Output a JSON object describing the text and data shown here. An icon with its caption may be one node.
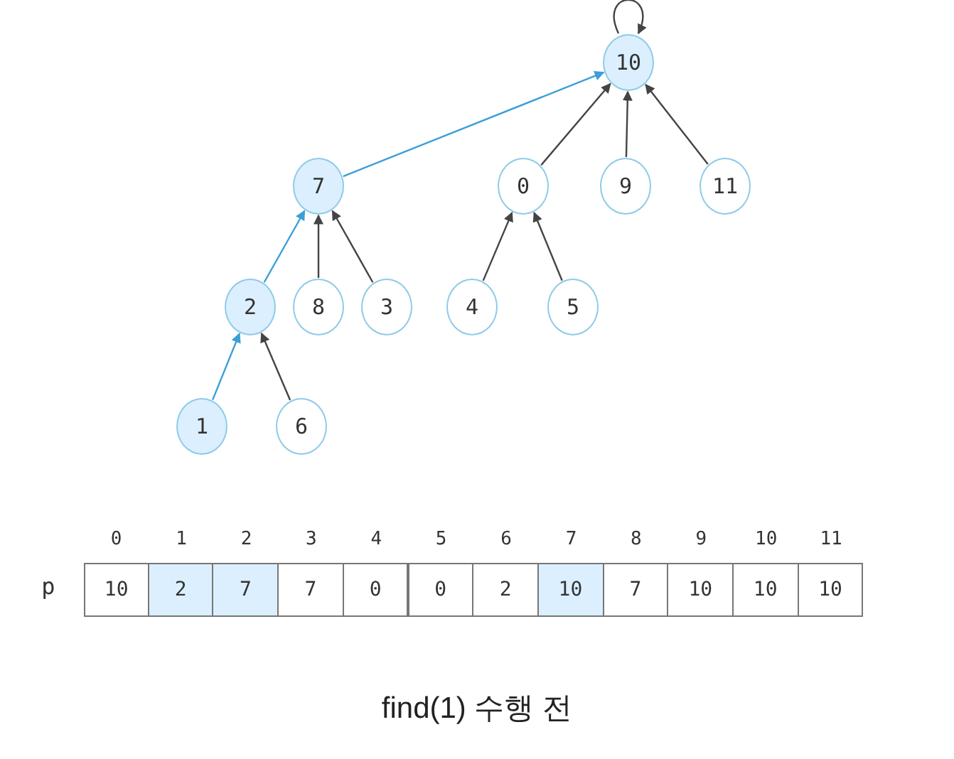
{
  "diagram": {
    "caption": "find(1) 수행 전",
    "nodes": [
      {
        "text": [
          "10"
        ]
      },
      {
        "text": [
          "7"
        ]
      },
      {
        "text": [
          "0"
        ]
      },
      {
        "text": [
          "9"
        ]
      },
      {
        "text": [
          "11"
        ]
      },
      {
        "text": [
          "2"
        ]
      },
      {
        "text": [
          "8"
        ]
      },
      {
        "text": [
          "3"
        ]
      },
      {
        "text": [
          "4"
        ]
      },
      {
        "text": [
          "5"
        ]
      },
      {
        "text": [
          "1"
        ]
      },
      {
        "text": [
          "6"
        ]
      }
    ],
    "edges": [
      {
        "from": 0,
        "to": 0,
        "arrow": "to"
      },
      {
        "from": 1,
        "to": 0,
        "arrow": "to",
        "color": "#3a9fd6"
      },
      {
        "from": 2,
        "to": 0,
        "arrow": "to"
      },
      {
        "from": 3,
        "to": 0,
        "arrow": "to"
      },
      {
        "from": 4,
        "to": 0,
        "arrow": "to"
      },
      {
        "from": 5,
        "to": 1,
        "arrow": "to",
        "color": "#3a9fd6"
      },
      {
        "from": 6,
        "to": 1,
        "arrow": "to"
      },
      {
        "from": 7,
        "to": 1,
        "arrow": "to"
      },
      {
        "from": 8,
        "to": 2,
        "arrow": "to"
      },
      {
        "from": 9,
        "to": 2,
        "arrow": "to"
      },
      {
        "from": 10,
        "to": 5,
        "arrow": "to",
        "color": "#3a9fd6"
      },
      {
        "from": 11,
        "to": 5,
        "arrow": "to"
      }
    ],
    "labels": [
      "0",
      "1",
      "2",
      "3",
      "4",
      "5",
      "6",
      "7",
      "8",
      "9",
      "10",
      "11",
      "p",
      "10",
      "2",
      "7",
      "7",
      "0",
      "0",
      "2",
      "10",
      "7",
      "10",
      "10",
      "10"
    ]
  }
}
